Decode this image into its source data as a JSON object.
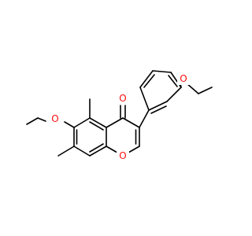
{
  "molecule": {
    "atom_labels": {
      "carbonyl_oxygen": "O",
      "ring_oxygen": "O",
      "ethoxy_oxygen_left": "O",
      "ethoxy_oxygen_right": "O"
    }
  },
  "colors": {
    "oxygen": "#ff0d0d",
    "bond": "#000000",
    "background": "#ffffff"
  }
}
